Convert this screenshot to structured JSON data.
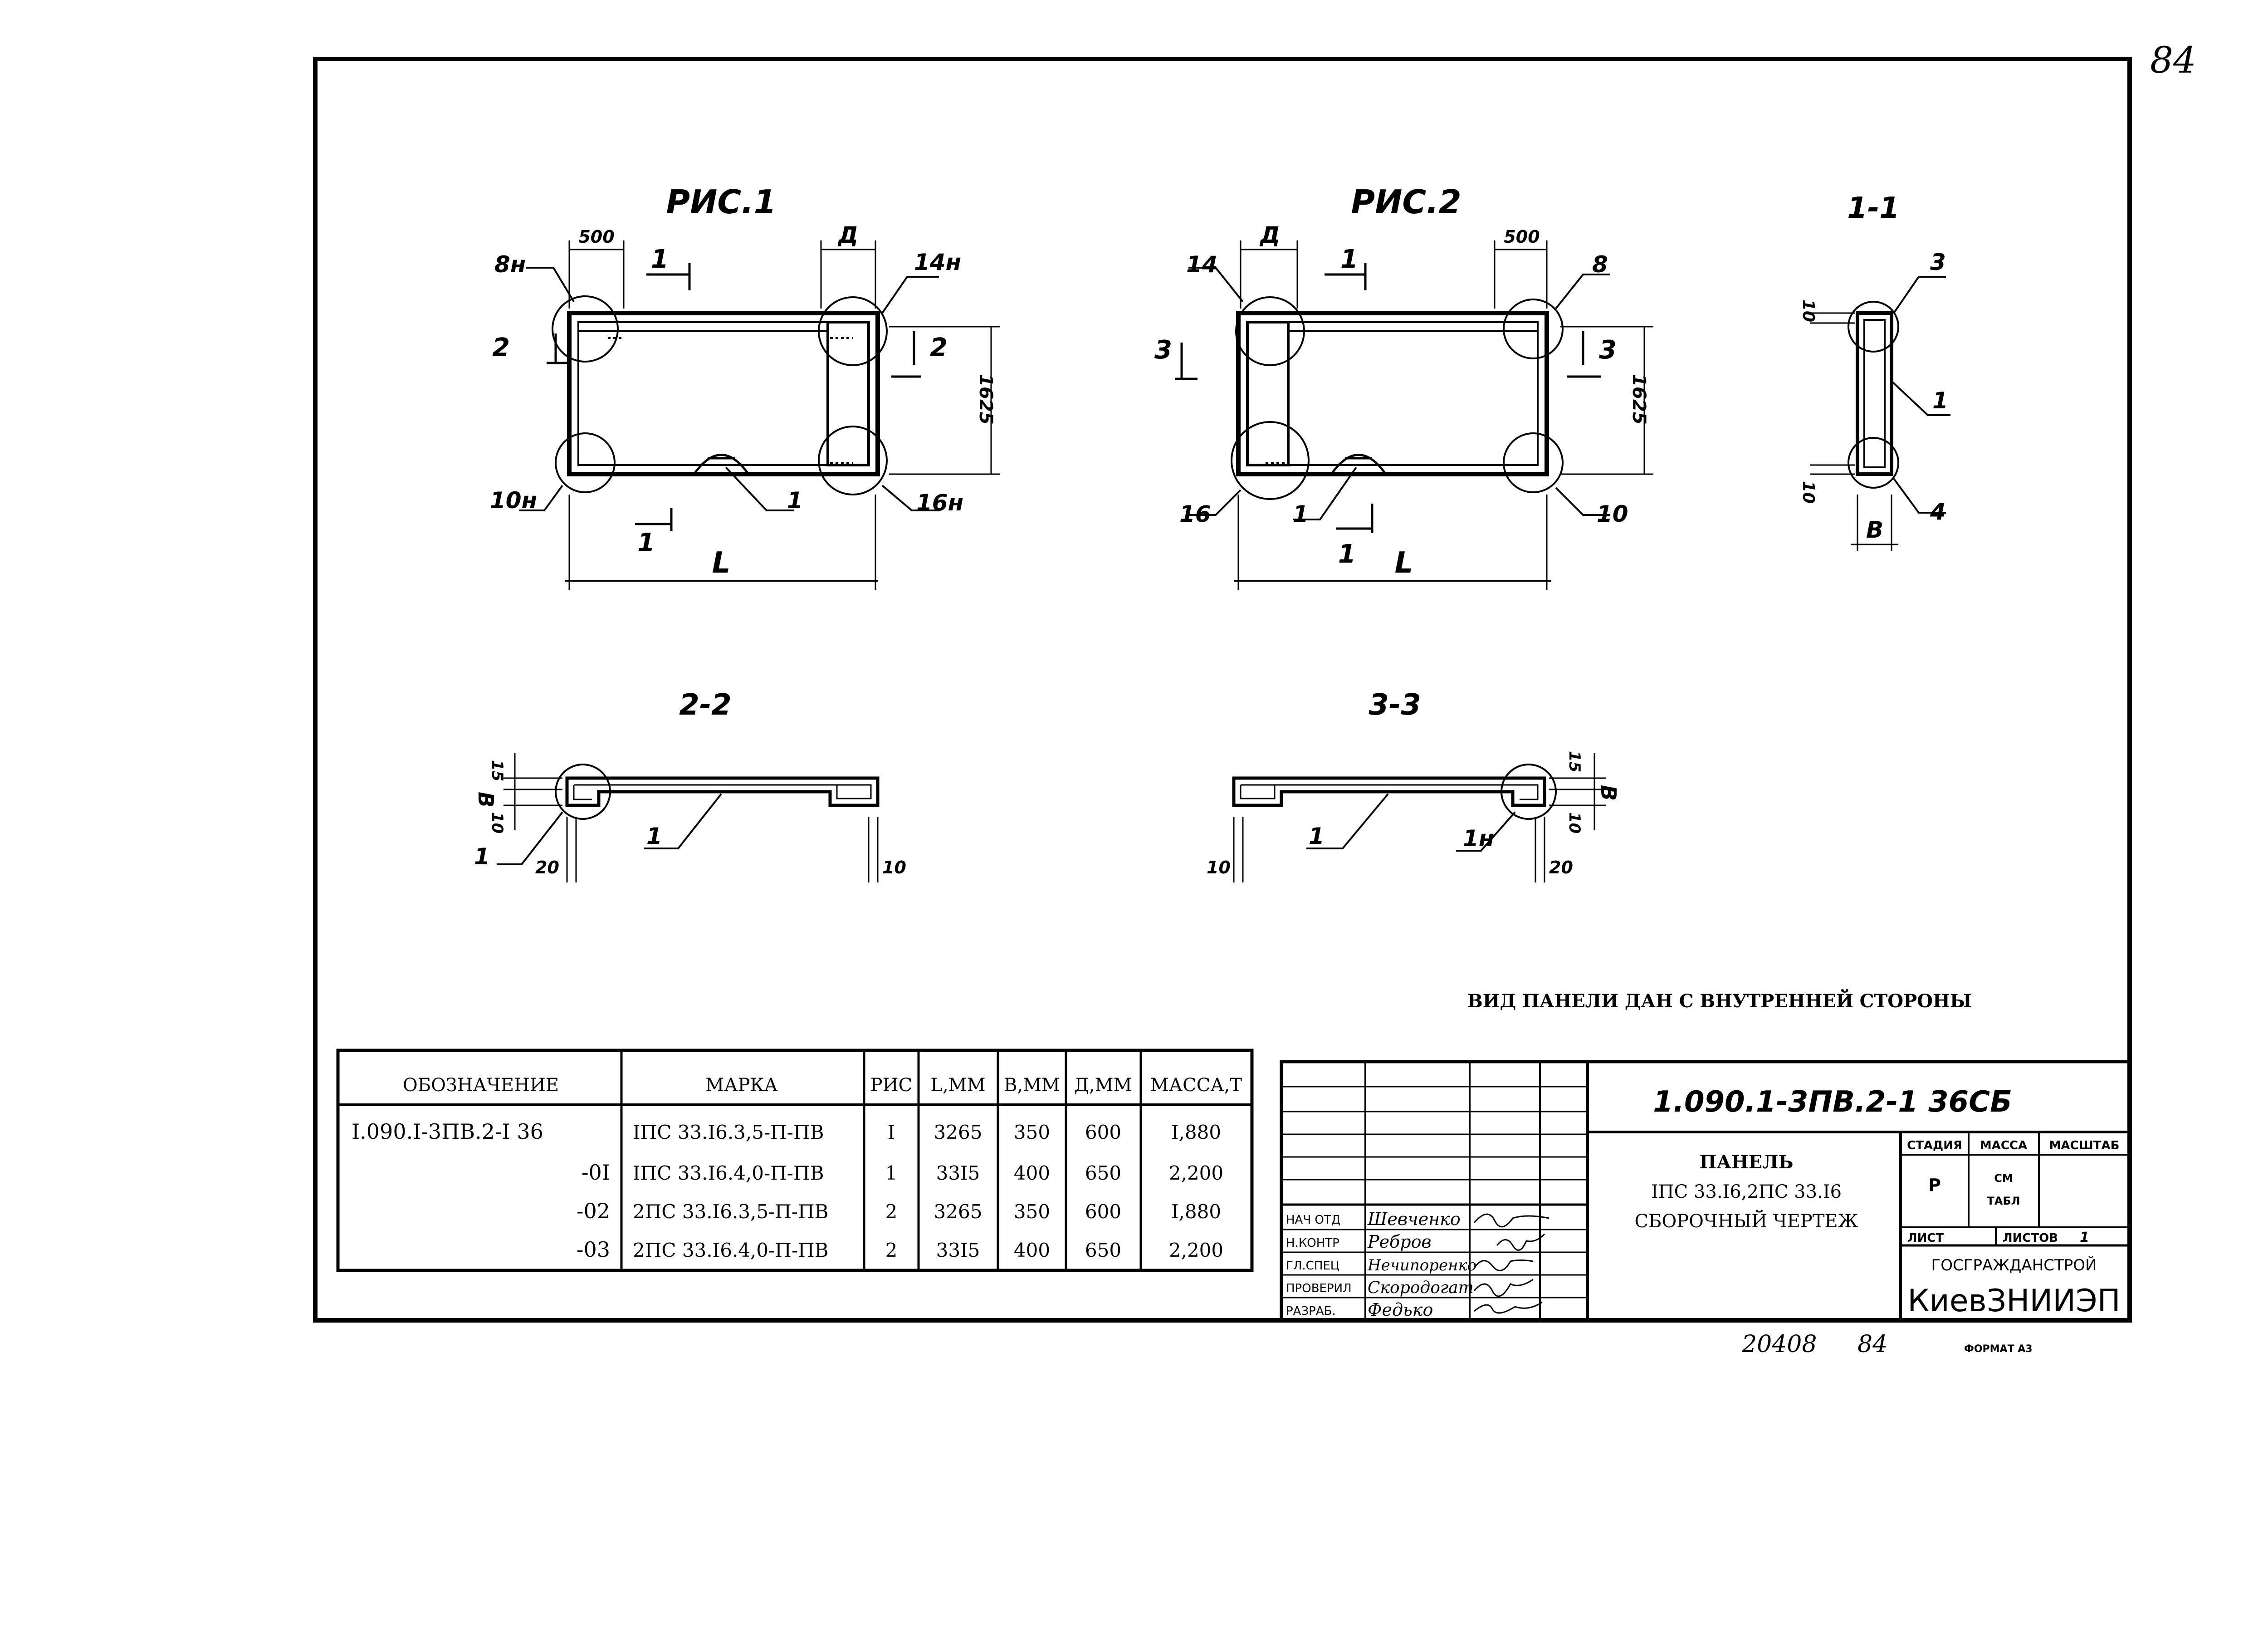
{
  "corner_note": "84",
  "figures": {
    "fig1": {
      "title": "РИС.1",
      "dim_top": "500",
      "dim_d": "Д",
      "dim_h": "1625",
      "dim_l": "L",
      "cut1": "1",
      "cut2": "2",
      "lbl_8n": "8н",
      "lbl_14n": "14н",
      "lbl_10n": "10н",
      "lbl_16n": "16н",
      "lbl_1": "1"
    },
    "fig2": {
      "title": "РИС.2",
      "dim_top": "500",
      "dim_d": "Д",
      "dim_h": "1625",
      "dim_l": "L",
      "cut1": "1",
      "cut3": "3",
      "lbl_14": "14",
      "lbl_8": "8",
      "lbl_16": "16",
      "lbl_10": "10",
      "lbl_1": "1"
    },
    "sec11": {
      "title": "1-1",
      "d10a": "10",
      "d10b": "10",
      "dim_b": "В",
      "lbl_3": "3",
      "lbl_1": "1",
      "lbl_4": "4"
    },
    "sec22": {
      "title": "2-2",
      "d15": "15",
      "d_b": "В",
      "d10": "10",
      "d20": "20",
      "d10r": "10",
      "lbl_1a": "1",
      "lbl_1b": "1"
    },
    "sec33": {
      "title": "3-3",
      "d15": "15",
      "d_b": "В",
      "d10": "10",
      "d20": "20",
      "d10l": "10",
      "lbl_1": "1",
      "lbl_1n": "1н"
    }
  },
  "view_note": "ВИД ПАНЕЛИ ДАН С ВНУТРЕННЕЙ СТОРОНЫ",
  "spec_table": {
    "headers": [
      "ОБОЗНАЧЕНИЕ",
      "МАРКА",
      "РИС",
      "L,ММ",
      "В,ММ",
      "Д,ММ",
      "МАССА,Т"
    ],
    "rows": [
      [
        "I.090.I-3ПВ.2-I 36",
        "IПС 33.I6.3,5-П-ПВ",
        "I",
        "3265",
        "350",
        "600",
        "I,880"
      ],
      [
        "-0I",
        "IПС 33.I6.4,0-П-ПВ",
        "1",
        "33I5",
        "400",
        "650",
        "2,200"
      ],
      [
        "-02",
        "2ПС 33.I6.3,5-П-ПВ",
        "2",
        "3265",
        "350",
        "600",
        "I,880"
      ],
      [
        "-03",
        "2ПС 33.I6.4,0-П-ПВ",
        "2",
        "33I5",
        "400",
        "650",
        "2,200"
      ]
    ]
  },
  "title_block": {
    "doc_code": "1.090.1-3ПВ.2-1 36СБ",
    "name_line1": "ПАНЕЛЬ",
    "name_line2": "IПС 33.I6,2ПС 33.I6",
    "name_line3": "СБОРОЧНЫЙ ЧЕРТЕЖ",
    "col_stage": "СТАДИЯ",
    "col_mass": "МАССА",
    "col_scale": "МАСШТАБ",
    "stage": "Р",
    "mass_line1": "СМ",
    "mass_line2": "ТАБЛ",
    "sheet_label": "ЛИСТ",
    "sheets_label": "ЛИСТОВ",
    "sheets_value": "1",
    "org_line1": "ГОСГРАЖДАНСТРОЙ",
    "org_line2": "КиевЗНИИЭП",
    "roles": [
      {
        "role": "НАЧ ОТД",
        "name": "Шевченко"
      },
      {
        "role": "Н.КОНТР",
        "name": "Ребров"
      },
      {
        "role": "ГЛ.СПЕЦ",
        "name": "Нечипоренко"
      },
      {
        "role": "ПРОВЕРИЛ",
        "name": "Скородогат"
      },
      {
        "role": "РАЗРАБ.",
        "name": "Федько"
      }
    ]
  },
  "footer": {
    "inv": "20408",
    "page": "84",
    "format": "ФОРМАТ А3"
  }
}
